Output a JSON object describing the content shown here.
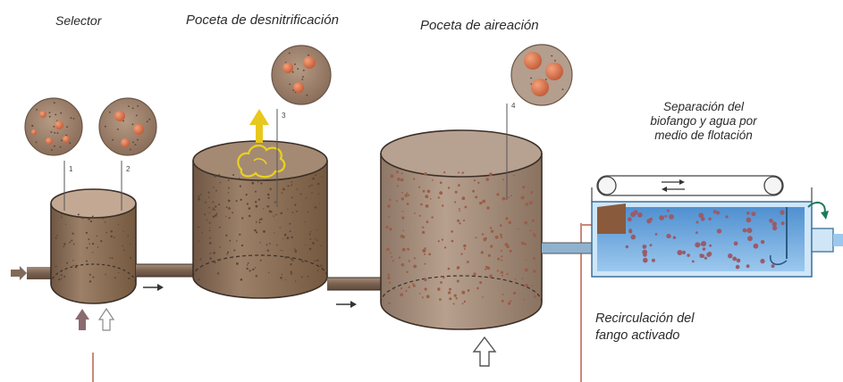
{
  "labels": {
    "selector": "Selector",
    "denitrification": "Poceta de desnitrificación",
    "aeration": "Poceta de aireación",
    "separation": [
      "Separación del",
      "biofango y agua por",
      "medio de flotación"
    ],
    "recirculation": [
      "Recirculación del",
      "fango activado"
    ]
  },
  "callouts": [
    "1",
    "2",
    "3",
    "4"
  ],
  "colors": {
    "sludge": "#8a6e55",
    "sludge_dark": "#6b5240",
    "floc": "#d9774f",
    "gas": "#e8d21c",
    "water": "#5fa3dd",
    "flotation_tank": "#cfe6f7"
  }
}
